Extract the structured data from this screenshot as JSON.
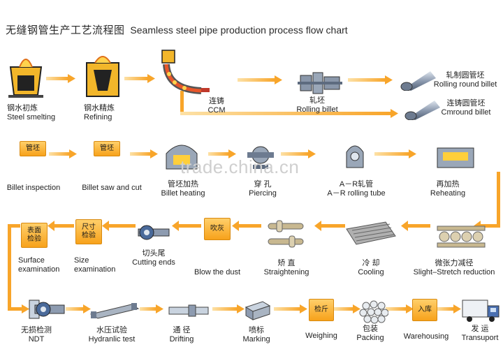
{
  "title": {
    "zh": "无缝钢管生产工艺流程图",
    "en": "Seamless steel pipe production process flow chart"
  },
  "watermark": "trade.china.cn",
  "colors": {
    "arrow": "#f8a52a",
    "box": "#f7a21b",
    "steel": "#7f8fa6"
  },
  "row1": {
    "steel_smelting": {
      "zh": "钢水初炼",
      "en": "Steel smelting"
    },
    "refining": {
      "zh": "钢水精炼",
      "en": "Refining"
    },
    "ccm": {
      "zh": "连铸",
      "en": "CCM"
    },
    "rolling_billet": {
      "zh": "轧坯",
      "en": "Rolling billet"
    },
    "rolling_round": {
      "zh": "轧制圆管坯",
      "en": "Rolling round billet"
    },
    "cmround": {
      "zh": "连铸圆管坯",
      "en": "Cmround billet"
    }
  },
  "row2": {
    "billet_inspection": {
      "box": "管坯",
      "en": "Billet inspection"
    },
    "billet_saw": {
      "box": "管坯",
      "en": "Billet saw and cut"
    },
    "billet_heating": {
      "zh": "管坯加热",
      "en": "Billet heating"
    },
    "piercing": {
      "zh": "穿 孔",
      "en": "Piercing"
    },
    "ar_rolling": {
      "zh": "A－R轧管",
      "en": "A－R rolling tube"
    },
    "reheating": {
      "zh": "再加热",
      "en": "Reheating"
    }
  },
  "row3": {
    "surface_exam": {
      "box_1": "表面",
      "box_2": "检验",
      "en_1": "Surface",
      "en_2": "examination"
    },
    "size_exam": {
      "box_1": "尺寸",
      "box_2": "检验",
      "en_1": "Size",
      "en_2": "examination"
    },
    "cutting_ends": {
      "zh": "切头尾",
      "en": "Cutting ends"
    },
    "blow_dust": {
      "box": "吹灰",
      "en": "Blow the dust"
    },
    "straightening": {
      "zh": "矫 直",
      "en": "Straightening"
    },
    "cooling": {
      "zh": "冷 却",
      "en": "Cooling"
    },
    "stretch_reduction": {
      "zh": "微张力减径",
      "en": "Slight–Stretch reduction"
    }
  },
  "row4": {
    "ndt": {
      "zh": "无损检测",
      "en": "NDT"
    },
    "hydraulic": {
      "zh": "水压试验",
      "en": "Hydranlic test"
    },
    "drifting": {
      "zh": "通 径",
      "en": "Drifting"
    },
    "marking": {
      "zh": "喷标",
      "en": "Marking"
    },
    "weighing": {
      "box": "检斤",
      "en": "Weighing"
    },
    "packing": {
      "zh": "包装",
      "en": "Packing"
    },
    "warehousing": {
      "box": "入库",
      "en": "Warehousing"
    },
    "transport": {
      "zh": "发 运",
      "en": "Transuport"
    }
  }
}
